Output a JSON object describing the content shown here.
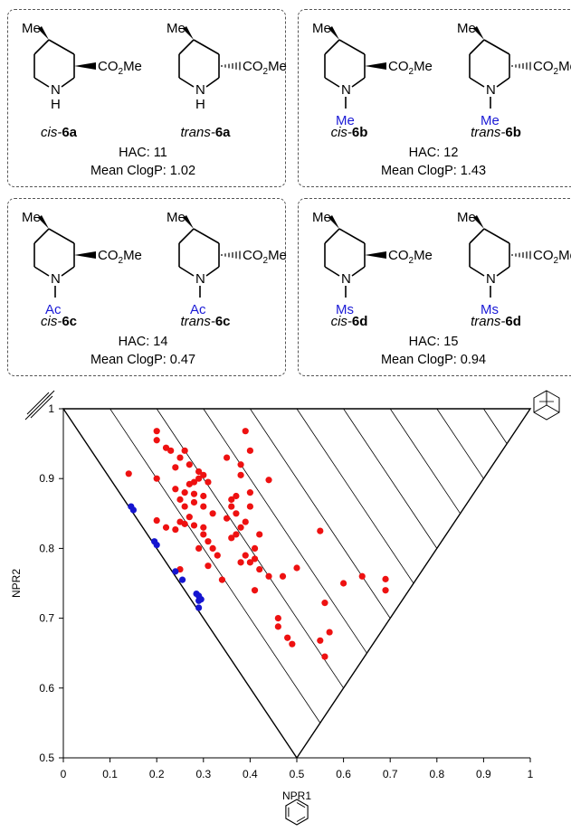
{
  "panels": [
    {
      "cis": {
        "prefix": "cis-",
        "code": "6a"
      },
      "trans": {
        "prefix": "trans-",
        "code": "6a"
      },
      "n_sub": "H",
      "hac": "HAC: 11",
      "clogp": "Mean ClogP: 1.02"
    },
    {
      "cis": {
        "prefix": "cis-",
        "code": "6b"
      },
      "trans": {
        "prefix": "trans-",
        "code": "6b"
      },
      "n_sub": "Me",
      "hac": "HAC: 12",
      "clogp": "Mean ClogP: 1.43"
    },
    {
      "cis": {
        "prefix": "cis-",
        "code": "6c"
      },
      "trans": {
        "prefix": "trans-",
        "code": "6c"
      },
      "n_sub": "Ac",
      "hac": "HAC: 14",
      "clogp": "Mean ClogP: 0.47"
    },
    {
      "cis": {
        "prefix": "cis-",
        "code": "6d"
      },
      "trans": {
        "prefix": "trans-",
        "code": "6d"
      },
      "n_sub": "Ms",
      "hac": "HAC: 15",
      "clogp": "Mean ClogP: 0.94"
    }
  ],
  "molecule_labels": {
    "methyl": "Me",
    "ester": "CO",
    "ester_sub": "2",
    "ester_end": "Me",
    "ring_n": "N"
  },
  "colors": {
    "substituent_blue": "#1a1ad6",
    "red_points": "#ee1111",
    "blue_points": "#1515d0",
    "box_border": "#555555"
  },
  "chart_data": {
    "type": "scatter",
    "xlabel": "NPR1",
    "ylabel": "NPR2",
    "xlim": [
      0,
      1
    ],
    "ylim": [
      0.5,
      1
    ],
    "x_ticks": [
      "0",
      "0.1",
      "0.2",
      "0.3",
      "0.4",
      "0.5",
      "0.6",
      "0.7",
      "0.8",
      "0.9",
      "1"
    ],
    "y_ticks": [
      "0.5",
      "0.6",
      "0.7",
      "0.8",
      "0.9",
      "1"
    ],
    "corner_icons": [
      "alkyne-rod-icon",
      "adamantane-sphere-icon",
      "benzene-disc-icon"
    ],
    "series": [
      {
        "color": "#ee1111",
        "points": [
          [
            0.14,
            0.907
          ],
          [
            0.2,
            0.968
          ],
          [
            0.2,
            0.955
          ],
          [
            0.22,
            0.944
          ],
          [
            0.23,
            0.94
          ],
          [
            0.2,
            0.9
          ],
          [
            0.24,
            0.916
          ],
          [
            0.25,
            0.93
          ],
          [
            0.26,
            0.94
          ],
          [
            0.27,
            0.92
          ],
          [
            0.29,
            0.91
          ],
          [
            0.3,
            0.905
          ],
          [
            0.31,
            0.895
          ],
          [
            0.29,
            0.9
          ],
          [
            0.28,
            0.895
          ],
          [
            0.27,
            0.892
          ],
          [
            0.24,
            0.885
          ],
          [
            0.26,
            0.88
          ],
          [
            0.28,
            0.878
          ],
          [
            0.3,
            0.875
          ],
          [
            0.25,
            0.87
          ],
          [
            0.26,
            0.86
          ],
          [
            0.28,
            0.866
          ],
          [
            0.3,
            0.86
          ],
          [
            0.32,
            0.85
          ],
          [
            0.27,
            0.845
          ],
          [
            0.2,
            0.84
          ],
          [
            0.25,
            0.838
          ],
          [
            0.26,
            0.835
          ],
          [
            0.28,
            0.833
          ],
          [
            0.3,
            0.83
          ],
          [
            0.22,
            0.83
          ],
          [
            0.24,
            0.827
          ],
          [
            0.3,
            0.82
          ],
          [
            0.31,
            0.81
          ],
          [
            0.32,
            0.8
          ],
          [
            0.29,
            0.8
          ],
          [
            0.33,
            0.79
          ],
          [
            0.31,
            0.775
          ],
          [
            0.25,
            0.77
          ],
          [
            0.34,
            0.755
          ],
          [
            0.35,
            0.93
          ],
          [
            0.39,
            0.968
          ],
          [
            0.4,
            0.94
          ],
          [
            0.38,
            0.92
          ],
          [
            0.38,
            0.905
          ],
          [
            0.44,
            0.898
          ],
          [
            0.4,
            0.88
          ],
          [
            0.37,
            0.875
          ],
          [
            0.36,
            0.87
          ],
          [
            0.36,
            0.86
          ],
          [
            0.4,
            0.86
          ],
          [
            0.37,
            0.85
          ],
          [
            0.35,
            0.843
          ],
          [
            0.39,
            0.838
          ],
          [
            0.38,
            0.83
          ],
          [
            0.37,
            0.82
          ],
          [
            0.36,
            0.815
          ],
          [
            0.42,
            0.82
          ],
          [
            0.41,
            0.8
          ],
          [
            0.39,
            0.79
          ],
          [
            0.41,
            0.785
          ],
          [
            0.4,
            0.78
          ],
          [
            0.38,
            0.78
          ],
          [
            0.42,
            0.77
          ],
          [
            0.44,
            0.76
          ],
          [
            0.41,
            0.74
          ],
          [
            0.47,
            0.76
          ],
          [
            0.5,
            0.772
          ],
          [
            0.55,
            0.825
          ],
          [
            0.46,
            0.7
          ],
          [
            0.46,
            0.688
          ],
          [
            0.48,
            0.672
          ],
          [
            0.49,
            0.663
          ],
          [
            0.55,
            0.668
          ],
          [
            0.56,
            0.722
          ],
          [
            0.57,
            0.68
          ],
          [
            0.56,
            0.645
          ],
          [
            0.6,
            0.75
          ],
          [
            0.64,
            0.76
          ],
          [
            0.69,
            0.756
          ],
          [
            0.69,
            0.74
          ]
        ]
      },
      {
        "color": "#1515d0",
        "points": [
          [
            0.145,
            0.86
          ],
          [
            0.15,
            0.855
          ],
          [
            0.195,
            0.81
          ],
          [
            0.2,
            0.805
          ],
          [
            0.24,
            0.767
          ],
          [
            0.255,
            0.755
          ],
          [
            0.285,
            0.735
          ],
          [
            0.29,
            0.732
          ],
          [
            0.29,
            0.725
          ],
          [
            0.295,
            0.727
          ],
          [
            0.29,
            0.715
          ]
        ]
      }
    ]
  }
}
